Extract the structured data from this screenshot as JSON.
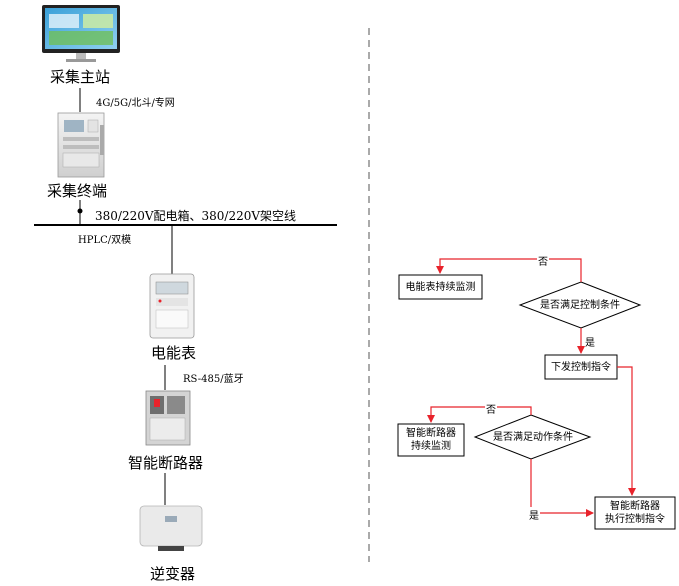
{
  "left_diagram": {
    "master_station": "采集主站",
    "comm_link": "4G/5G/北斗/专网",
    "terminal": "采集终端",
    "power_line": "380/220V配电箱、380/220V架空线",
    "hplc": "HPLC/双模",
    "meter": "电能表",
    "rs485": "RS-485/蓝牙",
    "breaker": "智能断路器",
    "inverter": "逆变器"
  },
  "flowchart": {
    "monitor": "电能表持续监测",
    "condition_control": "是否满足控制条件",
    "no_label_1": "否",
    "yes_label_1": "是",
    "issue_command": "下发控制指令",
    "breaker_monitor_line1": "智能断路器",
    "breaker_monitor_line2": "持续监测",
    "condition_action": "是否满足动作条件",
    "no_label_2": "否",
    "yes_label_2": "是",
    "breaker_exec_line1": "智能断路器",
    "breaker_exec_line2": "执行控制指令"
  },
  "colors": {
    "arrow": "#e8232b",
    "stroke": "#000000",
    "divider": "#555555"
  }
}
